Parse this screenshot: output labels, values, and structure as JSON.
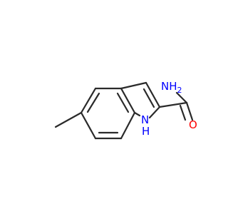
{
  "molecule": {
    "atoms": {
      "amide_n": {
        "symbol": "N",
        "hydrogens": "H",
        "subscript": "2"
      },
      "amide_o": {
        "symbol": "O"
      },
      "ring_n": {
        "symbol": "N",
        "hydrogens": "H"
      }
    }
  },
  "colors": {
    "bond": "#2a2a2a",
    "nitrogen": "#0000ff",
    "oxygen": "#ff0000",
    "background": "#ffffff"
  }
}
